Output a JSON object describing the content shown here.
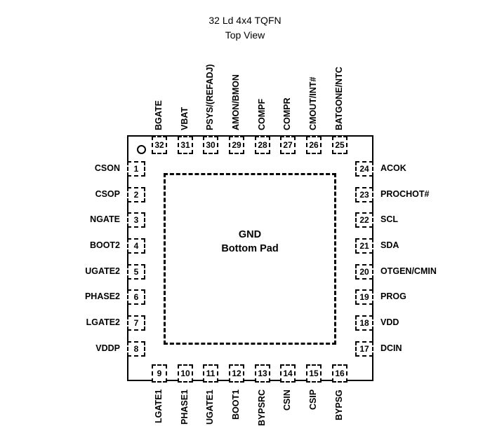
{
  "title": "32 Ld 4x4 TQFN",
  "subtitle": "Top View",
  "pad": {
    "line1": "GND",
    "line2": "Bottom Pad"
  },
  "pins": {
    "left": [
      {
        "num": "1",
        "name": "CSON"
      },
      {
        "num": "2",
        "name": "CSOP"
      },
      {
        "num": "3",
        "name": "NGATE"
      },
      {
        "num": "4",
        "name": "BOOT2"
      },
      {
        "num": "5",
        "name": "UGATE2"
      },
      {
        "num": "6",
        "name": "PHASE2"
      },
      {
        "num": "7",
        "name": "LGATE2"
      },
      {
        "num": "8",
        "name": "VDDP"
      }
    ],
    "bottom": [
      {
        "num": "9",
        "name": "LGATE1"
      },
      {
        "num": "10",
        "name": "PHASE1"
      },
      {
        "num": "11",
        "name": "UGATE1"
      },
      {
        "num": "12",
        "name": "BOOT1"
      },
      {
        "num": "13",
        "name": "BYPSRC"
      },
      {
        "num": "14",
        "name": "CSIN"
      },
      {
        "num": "15",
        "name": "CSIP"
      },
      {
        "num": "16",
        "name": "BYPSG"
      }
    ],
    "right": [
      {
        "num": "24",
        "name": "ACOK"
      },
      {
        "num": "23",
        "name": "PROCHOT#"
      },
      {
        "num": "22",
        "name": "SCL"
      },
      {
        "num": "21",
        "name": "SDA"
      },
      {
        "num": "20",
        "name": "OTGEN/CMIN"
      },
      {
        "num": "19",
        "name": "PROG"
      },
      {
        "num": "18",
        "name": "VDD"
      },
      {
        "num": "17",
        "name": "DCIN"
      }
    ],
    "top": [
      {
        "num": "32",
        "name": "BGATE"
      },
      {
        "num": "31",
        "name": "VBAT"
      },
      {
        "num": "30",
        "name": "PSYS/(REFADJ)"
      },
      {
        "num": "29",
        "name": "AMON/BMON"
      },
      {
        "num": "28",
        "name": "COMPF"
      },
      {
        "num": "27",
        "name": "COMPR"
      },
      {
        "num": "26",
        "name": "CMOUT/INT#"
      },
      {
        "num": "25",
        "name": "BATGONE/NTC"
      }
    ]
  }
}
